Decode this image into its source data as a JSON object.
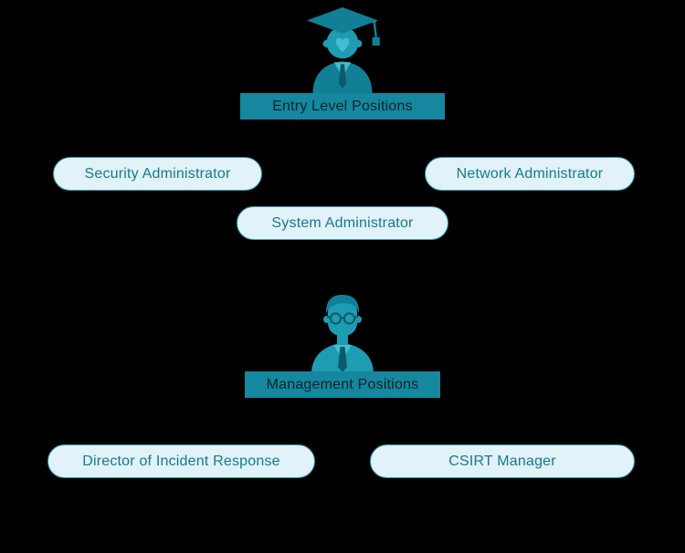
{
  "diagram": {
    "sections": [
      {
        "title": "Entry Level Positions",
        "icon": "graduate",
        "positions": [
          "Security Administrator",
          "Network Administrator",
          "System Administrator"
        ]
      },
      {
        "title": "Management Positions",
        "icon": "manager",
        "positions": [
          "Director of Incident Response",
          "CSIRT Manager"
        ]
      }
    ],
    "colors": {
      "background": "#000000",
      "banner": "#15879E",
      "banner_text": "#00242B",
      "pill_bg": "#E1F2F9",
      "pill_border": "#2E9AB2",
      "pill_text": "#157A8D",
      "icon_dark": "#117F96",
      "icon_mid": "#1D9CB2",
      "icon_light": "#45BDD0",
      "icon_deep": "#0B5A6B"
    }
  }
}
